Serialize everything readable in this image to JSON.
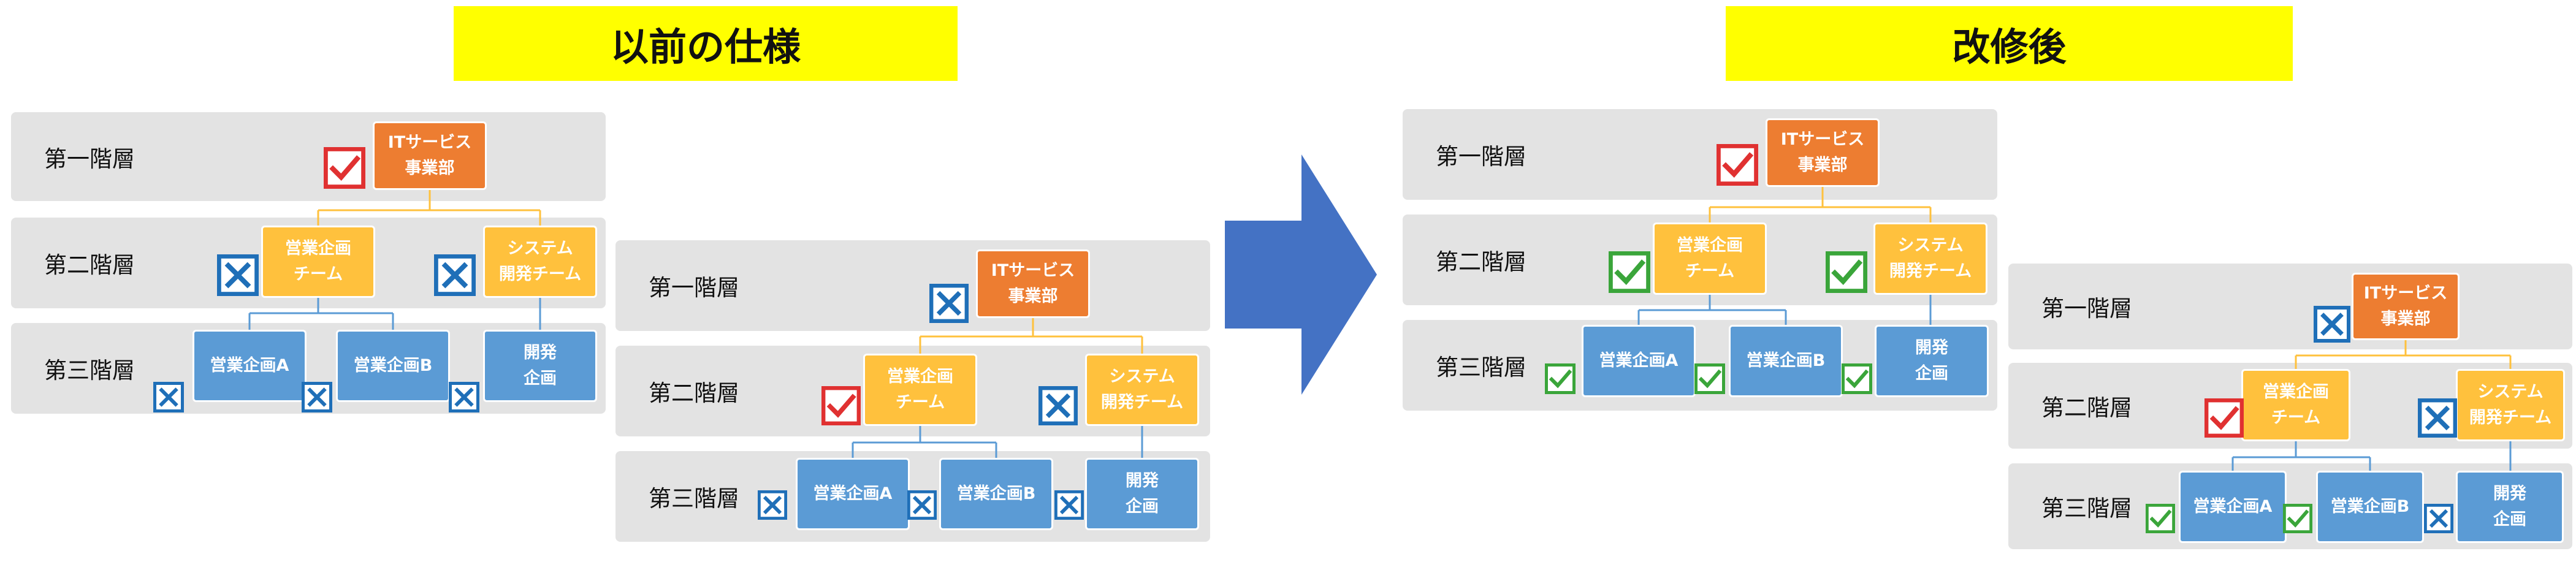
{
  "titles": {
    "before": "以前の仕様",
    "after": "改修後"
  },
  "levels": {
    "l1": "第一階層",
    "l2": "第二階層",
    "l3": "第三階層"
  },
  "nodes": {
    "root": [
      "ITサービス",
      "事業部"
    ],
    "sales": [
      "営業企画",
      "チーム"
    ],
    "system": [
      "システム",
      "開発チーム"
    ],
    "salesA": [
      "営業企画A"
    ],
    "salesB": [
      "営業企画B"
    ],
    "dev": [
      "開発",
      "企画"
    ]
  },
  "colors": {
    "banner": "#ffff00",
    "band": "#e3e3e3",
    "root": "#ed7d31",
    "mid": "#ffc13d",
    "leaf": "#5b9bd5",
    "arrow": "#4472c4",
    "connector": "#ffc13d",
    "leafConnector": "#5b9bd5",
    "check_red": "#e03131",
    "check_green": "#3aa53a",
    "cross_blue": "#1f6fb8"
  },
  "icons": {
    "checked": "check-icon",
    "excluded": "cross-icon"
  },
  "diagrams": [
    {
      "id": "before-1",
      "checkboxes": {
        "root": "check_red",
        "sales": "cross_blue",
        "system": "cross_blue",
        "salesA": "cross_blue",
        "salesB": "cross_blue",
        "dev": "cross_blue"
      }
    },
    {
      "id": "before-2",
      "checkboxes": {
        "root": "cross_blue",
        "sales": "check_red",
        "system": "cross_blue",
        "salesA": "cross_blue",
        "salesB": "cross_blue",
        "dev": "cross_blue"
      }
    },
    {
      "id": "after-1",
      "checkboxes": {
        "root": "check_red",
        "sales": "check_green",
        "system": "check_green",
        "salesA": "check_green",
        "salesB": "check_green",
        "dev": "check_green"
      }
    },
    {
      "id": "after-2",
      "checkboxes": {
        "root": "cross_blue",
        "sales": "check_red",
        "system": "cross_blue",
        "salesA": "check_green",
        "salesB": "check_green",
        "dev": "cross_blue"
      }
    }
  ]
}
